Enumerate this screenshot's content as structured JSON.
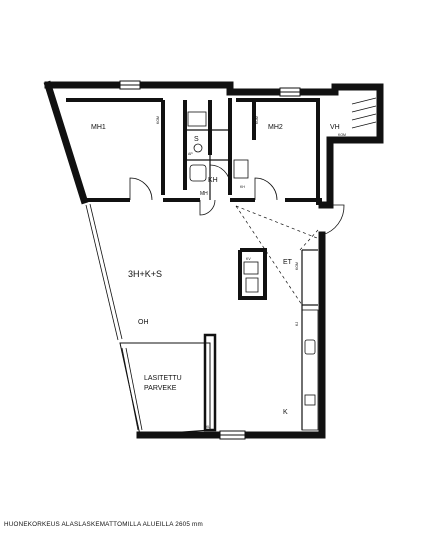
{
  "rooms": {
    "mh1": "MH1",
    "mh2": "MH2",
    "vh": "VH",
    "s": "S",
    "kh": "KH",
    "mh_small": "MH",
    "et": "ET",
    "main": "3H+K+S",
    "oh": "OH",
    "k": "K",
    "balcony_line1": "LASITETTU",
    "balcony_line2": "PARVEKE"
  },
  "fixtures": {
    "kom1": "KOM",
    "kom2": "KOM",
    "kom3": "KOM",
    "kj": "KJ",
    "ap": "AP",
    "kh2": "KH",
    "kv": "KV",
    "kl": "KL",
    "vh_tag": "KOM"
  },
  "footer_note": "HUONEKORKEUS ALASLASKEMATTOMILLA ALUEILLA 2605 mm"
}
